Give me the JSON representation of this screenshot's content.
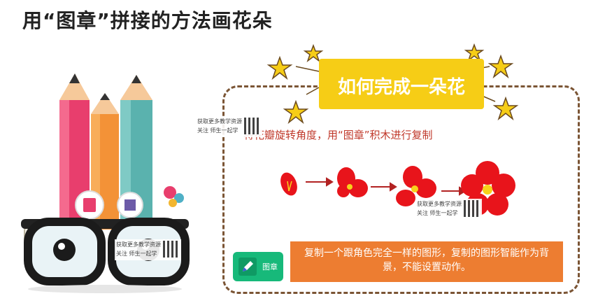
{
  "title": "用“图章”拼接的方法画花朵",
  "banner": {
    "text": "如何完成一朵花"
  },
  "subtitle": "将花瓣旋转角度，用“图章”积木进行复制",
  "block": {
    "label": "图章",
    "icon": "pen-icon",
    "color": "#17b97a"
  },
  "note": {
    "text": "复制一个跟角色完全一样的图形，复制的图形智能作为背景，不能设置动作。"
  },
  "watermark": {
    "line1": "获取更多教学资源",
    "line2": "关注  师生一起学"
  },
  "colors": {
    "banner": "#f6cd16",
    "border": "#7b5535",
    "note": "#ed7d31",
    "petal": "#e8141b",
    "stamen": "#f7d21b",
    "arrow": "#b22222"
  }
}
